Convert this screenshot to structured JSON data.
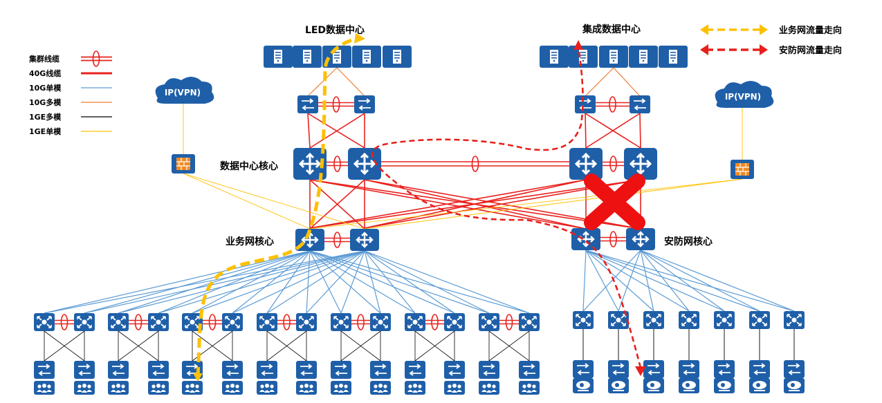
{
  "labels": {
    "led_dc": "LED数据中心",
    "integ_dc": "集成数据中心",
    "dc_core": "数据中心核心",
    "biz_core": "业务网核心",
    "sec_core": "安防网核心",
    "vpn_left": "IP(VPN)",
    "vpn_right": "IP(VPN)"
  },
  "legend": {
    "cable_types": [
      {
        "label": "集群线缆",
        "color": "#e8201c",
        "style": "double-with-ring"
      },
      {
        "label": "40G线缆",
        "color": "#e8201c",
        "style": "thick"
      },
      {
        "label": "10G单模",
        "color": "#5b9bd5",
        "style": "thin"
      },
      {
        "label": "10G多模",
        "color": "#ed7d31",
        "style": "thin"
      },
      {
        "label": "1GE多模",
        "color": "#000000",
        "style": "thin"
      },
      {
        "label": "1GE单模",
        "color": "#ffc000",
        "style": "thin"
      }
    ],
    "flows": [
      {
        "label": "业务网流量走向",
        "color": "#ffc000"
      },
      {
        "label": "安防网流量走向",
        "color": "#e8201c"
      }
    ]
  },
  "colors": {
    "device": "#1f5fa8",
    "cluster": "#e8201c",
    "single_mode_10g": "#5b9bd5",
    "multi_mode_10g": "#ed7d31",
    "biz_flow": "#ffc000",
    "sec_flow": "#e8201c"
  },
  "icons": {
    "server": "server-icon",
    "switch": "switch-icon",
    "core_router": "core-router-icon",
    "firewall": "firewall-icon",
    "cloud": "cloud-icon",
    "terminal_group": "user-group-icon",
    "camera": "camera-icon",
    "fault": "fault-x-icon"
  }
}
